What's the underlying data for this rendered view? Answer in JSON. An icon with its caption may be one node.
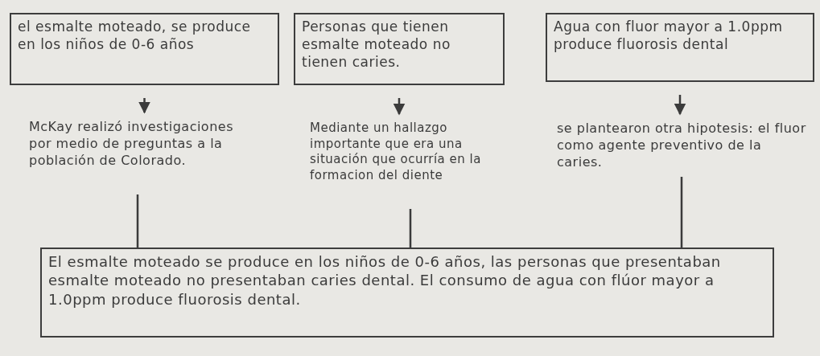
{
  "diagram": {
    "nodes": [
      {
        "text": [
          "el esmalte moteado, se produce en los niños de 0-6 años"
        ]
      },
      {
        "text": [
          "Personas que tienen esmalte moteado no tienen caries."
        ]
      },
      {
        "text": [
          "Agua con fluor mayor a 1.0ppm produce fluorosis dental"
        ]
      },
      {
        "text": [
          "McKay realizó investigaciones por medio de preguntas a la población de Colorado."
        ]
      },
      {
        "text": [
          "Mediante un hallazgo importante que era una situación que ocurría en la formacion del diente"
        ]
      },
      {
        "text": [
          "se plantearon otra hipotesis: el fluor como agente preventivo de la caries."
        ]
      },
      {
        "text": [
          "El esmalte moteado se produce en los niños de 0-6 años, las personas que presentaban esmalte moteado no presentaban caries dental. El consumo de agua con flúor mayor a 1.0ppm produce fluorosis dental."
        ]
      }
    ],
    "edges": [
      {
        "from": 0,
        "to": 3,
        "arrow": "to"
      },
      {
        "from": 1,
        "to": 4,
        "arrow": "to"
      },
      {
        "from": 2,
        "to": 5,
        "arrow": "to"
      },
      {
        "from": 3,
        "to": 6,
        "arrow": "none"
      },
      {
        "from": 4,
        "to": 6,
        "arrow": "none"
      },
      {
        "from": 5,
        "to": 6,
        "arrow": "none"
      }
    ]
  }
}
